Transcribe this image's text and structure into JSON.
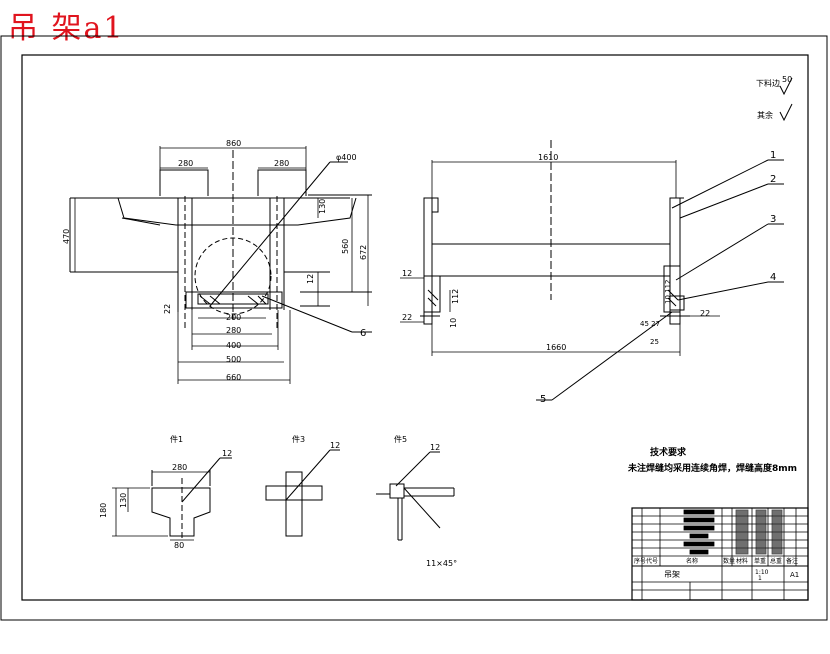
{
  "title": "吊 架a1",
  "surface_marks": {
    "label1": "下料边",
    "value1": "50",
    "label2": "其余"
  },
  "front_view": {
    "dims": {
      "overall_top": "860",
      "left_pad": "280",
      "right_pad": "280",
      "height_left": "470",
      "flange_h": "130",
      "h560": "560",
      "h672": "672",
      "h12": "12",
      "w200": "200",
      "w280": "280",
      "w400": "400",
      "w500": "500",
      "w660": "660",
      "h22": "22",
      "dia": "φ400"
    },
    "callout_6": "6"
  },
  "side_view": {
    "dims": {
      "top": "1610",
      "bottom": "1660",
      "d12": "12",
      "d112": "112",
      "d22a": "22",
      "d10": "10",
      "d22b": "22",
      "d10_112": "10 112",
      "d45_27": "45 27",
      "d25": "25"
    },
    "callouts": [
      "1",
      "2",
      "3",
      "4",
      "5"
    ]
  },
  "details": {
    "d1": {
      "label": "件1",
      "w280": "280",
      "h180": "180",
      "h130": "130",
      "w80": "80",
      "weld": "12"
    },
    "d3": {
      "label": "件3",
      "weld": "12"
    },
    "d5": {
      "label": "件5",
      "weld": "12",
      "chamfer": "11×45°"
    }
  },
  "tech": {
    "heading": "技术要求",
    "line": "未注焊缝均采用连续角焊，焊缝高度8mm"
  },
  "title_block": {
    "name": "吊架",
    "scale": "1:10",
    "qty": "1",
    "drawing_no": "A1",
    "bom_header": [
      "序号",
      "代号",
      "名称",
      "数量",
      "材料",
      "单重",
      "总重",
      "备注"
    ]
  }
}
